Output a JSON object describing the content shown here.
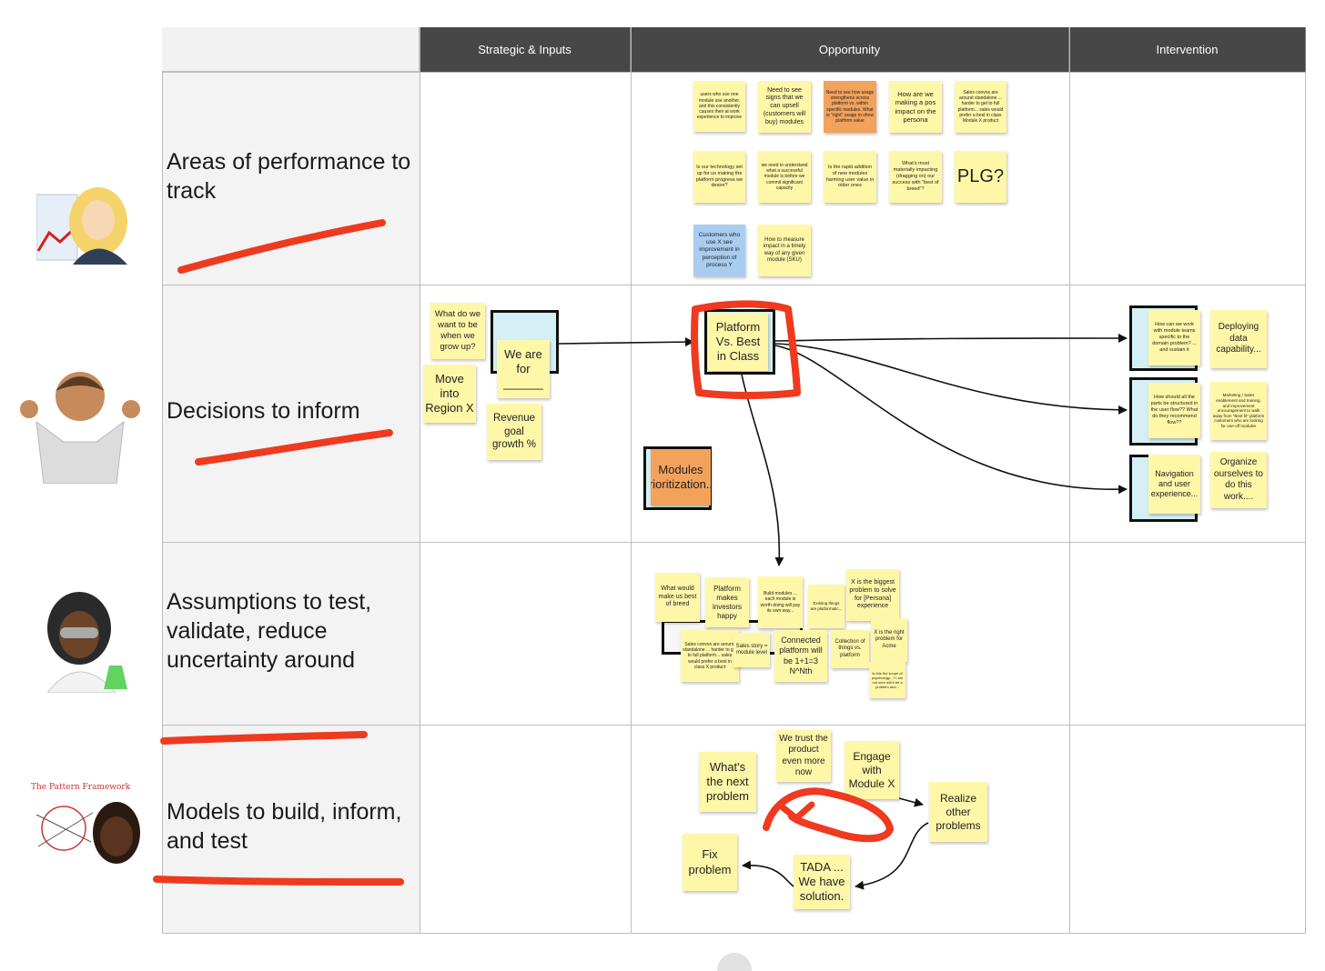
{
  "columns": [
    "Strategic & Inputs",
    "Opportunity",
    "Intervention"
  ],
  "rows": [
    {
      "label": "Areas of performance to track",
      "avatar": "woman-chart-emoji"
    },
    {
      "label": "Decisions to inform",
      "avatar": "person-shrugging-emoji"
    },
    {
      "label": "Assumptions to test, validate, reduce uncertainty around",
      "avatar": "scientist-emoji"
    },
    {
      "label": "Models to build, inform, and test",
      "avatar": "model-sketch-with-man-emoji"
    }
  ],
  "avatar_sketch_title": "The Pattern Framework",
  "colors": {
    "header_bg": "#474747",
    "row_label_bg": "#f3f3f3",
    "sticky_yellow": "#fff7a8",
    "sticky_orange": "#f3a25b",
    "sticky_blue": "#a9cdf0",
    "frame_fill": "#d4f0f5",
    "annotation_red": "#ee3a1f"
  },
  "stickies": {
    "r1": [
      "users who use one module use another, and this consistently causes their at work experience to improve",
      "Need to see signs that we can upsell (customers will buy) modules",
      "Need to see how usage strengthens across platform vs. within specific modules. What is \"right\" usage to show platform value",
      "How are we making a pos impact on the persona",
      "Sales convos are around standalone ... harder to get to full platform... sales would prefer a best in class Module X product",
      "Is our technology set up for us making the platform progress we desire?",
      "we need to understand what a successful module is before we commit significant capacity",
      "Is the rapid addition of new modules harming user value in older ones",
      "What's most materially impacting (dragging on) our success with \"best of breed\"?",
      "PLG?",
      "Customers who use X see improvement in perception of process Y",
      "How to measure impact in a timely way of any given module (SKU)"
    ],
    "r2_strategic": [
      "What do we want to be when we grow up?",
      "We are for ______",
      "Move into Region X",
      "Revenue goal growth %"
    ],
    "r2_opportunity": [
      "Platform Vs. Best in Class",
      "Modules prioritization...."
    ],
    "r2_intervention": [
      "How can we work with module teams specific to the domain problem? ... and sustain it",
      "Deploying data capability...",
      "How should all the parts be structured in the user flow?? What do they recommend flow??",
      "Marketing / Sales enablement and training, and improvement encouragement to walk away from \"Best fit\" platform customers who are looking for one-off modules",
      "Navigation and user experience...",
      "Organize ourselves to do this work...."
    ],
    "r3": [
      "What would make us best of breed",
      "Platform makes investors happy",
      "Build modules ... each module is worth doing will pay its own way...",
      "Existing things are platformatic...",
      "X is the biggest problem to solve for [Persona] experience",
      "Sales convos are around standalone ... harder to get to full platform... sales would prefer a best in class X product",
      "Sales story = module level",
      "Connected platform will be 1+1=3 N^Nth",
      "Collection of things vs. platform",
      "X is the right problem for Acme",
      "Is this the scope of psychology...? I am not sure will it be a problem and..."
    ],
    "r4": [
      "What's the next problem",
      "We trust the product even more now",
      "Engage with Module X",
      "Realize other problems",
      "Fix problem",
      "TADA ... We have solution."
    ]
  }
}
